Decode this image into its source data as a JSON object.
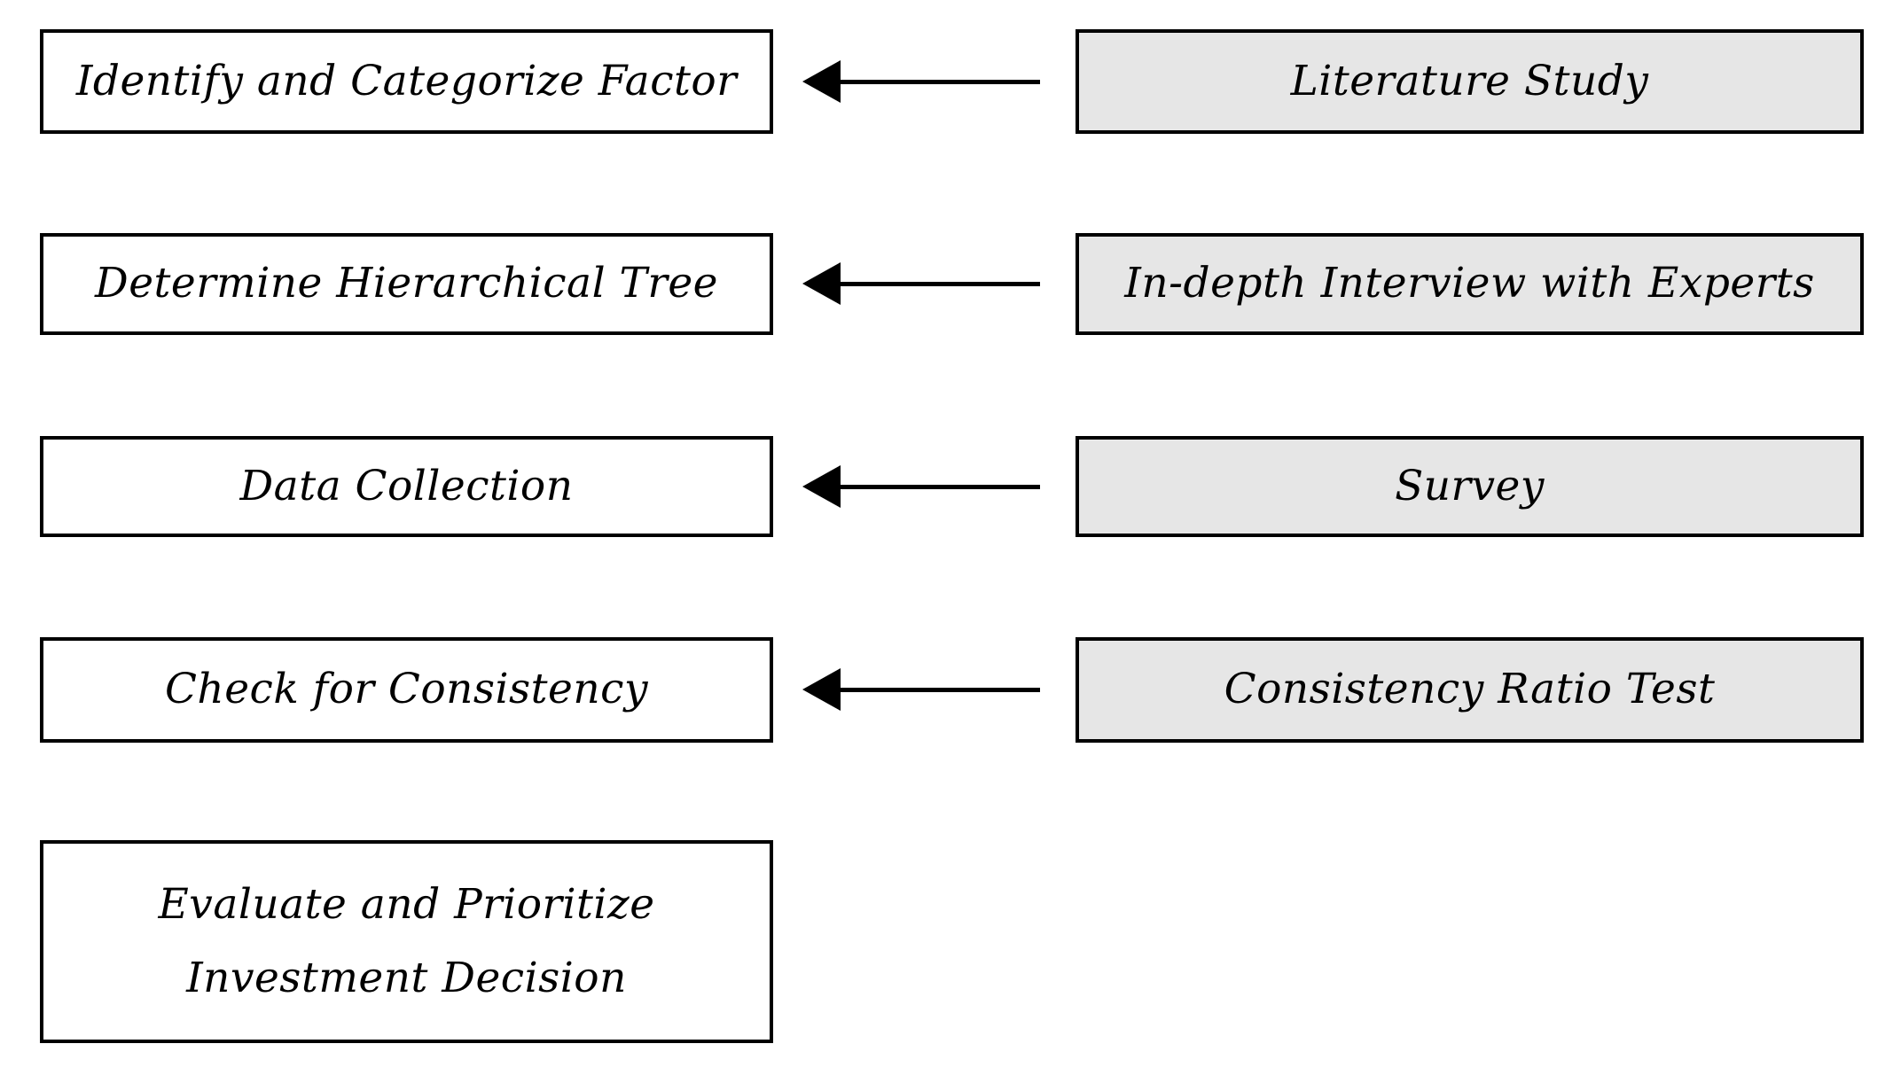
{
  "figure": {
    "background_color": "#ffffff",
    "border_color": "#000000",
    "step_box_fill": "#ffffff",
    "method_box_fill": "#e6e6e6",
    "arrow_color": "#000000",
    "arrow_direction": "right-to-left"
  },
  "steps": [
    {
      "label": "Identify and Categorize Factor"
    },
    {
      "label": "Determine Hierarchical Tree"
    },
    {
      "label": "Data Collection"
    },
    {
      "label": "Check for Consistency"
    },
    {
      "label": "Evaluate and Prioritize Investment Decision",
      "line1": "Evaluate and Prioritize",
      "line2": "Investment Decision"
    }
  ],
  "methods": [
    {
      "label": "Literature Study"
    },
    {
      "label": "In-depth Interview with Experts"
    },
    {
      "label": "Survey"
    },
    {
      "label": "Consistency Ratio Test"
    }
  ],
  "connections": [
    {
      "from": "Literature Study",
      "to": "Identify and Categorize Factor"
    },
    {
      "from": "In-depth Interview with Experts",
      "to": "Determine Hierarchical Tree"
    },
    {
      "from": "Survey",
      "to": "Data Collection"
    },
    {
      "from": "Consistency Ratio Test",
      "to": "Check for Consistency"
    }
  ]
}
